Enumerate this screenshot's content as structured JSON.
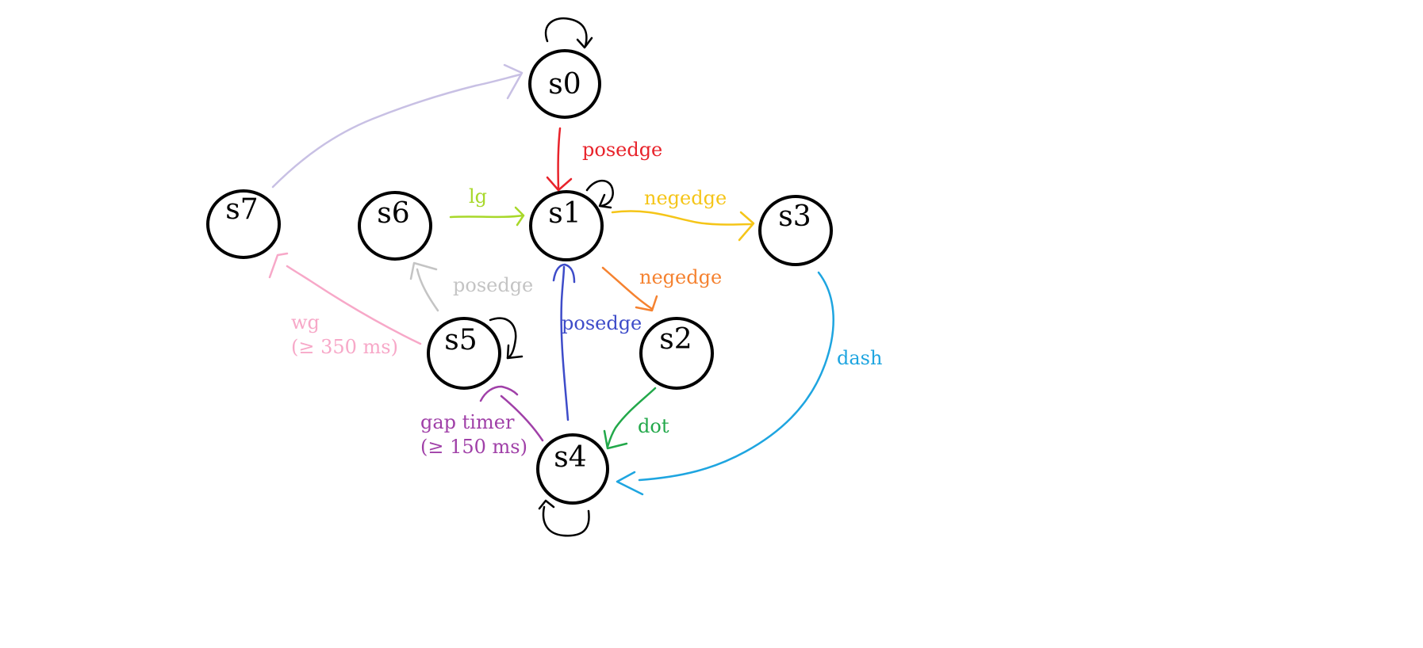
{
  "states": [
    {
      "id": "s0",
      "label": "s0"
    },
    {
      "id": "s1",
      "label": "s1"
    },
    {
      "id": "s2",
      "label": "s2"
    },
    {
      "id": "s3",
      "label": "s3"
    },
    {
      "id": "s4",
      "label": "s4"
    },
    {
      "id": "s5",
      "label": "s5"
    },
    {
      "id": "s6",
      "label": "s6"
    },
    {
      "id": "s7",
      "label": "s7"
    }
  ],
  "transitions": [
    {
      "from": "s0",
      "to": "s1",
      "label": "posedge",
      "color": "#e8232b"
    },
    {
      "from": "s1",
      "to": "s3",
      "label": "negedge",
      "color": "#f5c518"
    },
    {
      "from": "s1",
      "to": "s2",
      "label": "negedge",
      "color": "#f58230"
    },
    {
      "from": "s6",
      "to": "s1",
      "label": "lg",
      "color": "#a8d82a"
    },
    {
      "from": "s4",
      "to": "s1",
      "label": "posedge",
      "color": "#3e4cc9"
    },
    {
      "from": "s2",
      "to": "s4",
      "label": "dot",
      "color": "#22a84a"
    },
    {
      "from": "s3",
      "to": "s4",
      "label": "dash",
      "color": "#1ea5e0"
    },
    {
      "from": "s4",
      "to": "s5",
      "label": "gap timer",
      "label2": "(≥ 150 ms)",
      "color": "#a040a8"
    },
    {
      "from": "s5",
      "to": "s6",
      "label": "posedge",
      "color": "#c4c4c4"
    },
    {
      "from": "s5",
      "to": "s7",
      "label": "wg",
      "label2": "(≥ 350 ms)",
      "color": "#f7a8c8"
    },
    {
      "from": "s7",
      "to": "s0",
      "label": "",
      "color": "#c8c0e4"
    }
  ],
  "self_loops": [
    "s0",
    "s1",
    "s4",
    "s5"
  ]
}
